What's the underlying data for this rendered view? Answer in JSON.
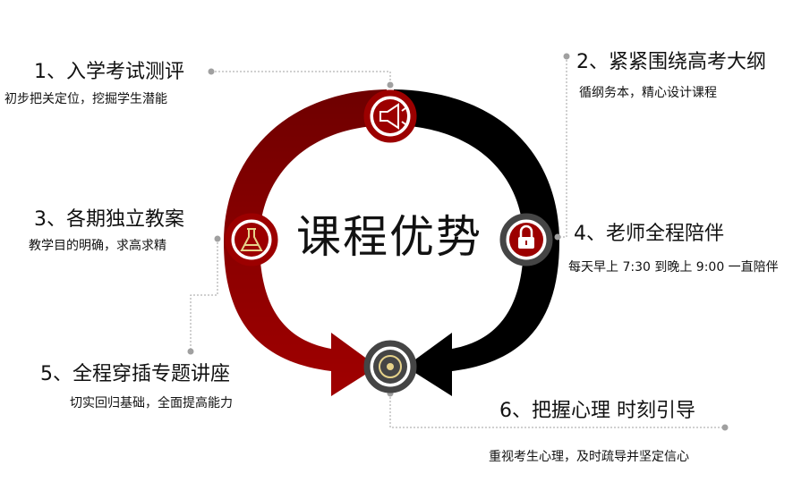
{
  "center_title": "课程优势",
  "items": [
    {
      "title": "1、入学考试测评",
      "desc": "初步把关定位，挖掘学生潜能"
    },
    {
      "title": "2、紧紧围绕高考大纲",
      "desc": "循纲务本，精心设计课程"
    },
    {
      "title": "3、各期独立教案",
      "desc": "教学目的明确，求高求精"
    },
    {
      "title": "4、老师全程陪伴",
      "desc": "每天早上 7:30 到晚上 9:00 一直陪伴"
    },
    {
      "title": "5、全程穿插专题讲座",
      "desc": "切实回归基础，全面提高能力"
    },
    {
      "title": "6、把握心理  时刻引导",
      "desc": "重视考生心理，及时疏导并坚定信心"
    }
  ],
  "icons": {
    "top": "megaphone-icon",
    "left": "flask-icon",
    "right": "lock-icon",
    "bottom": "disc-icon"
  },
  "colors": {
    "red": "#9c0000",
    "dark_red": "#6e0000",
    "black": "#000000",
    "icon_ring": "#454545",
    "connector": "#a0a0a0"
  }
}
